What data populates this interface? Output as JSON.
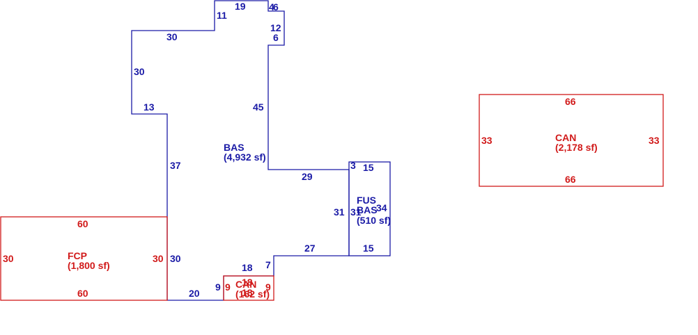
{
  "colors": {
    "blue": "#1a1aa6",
    "red": "#d11a1a"
  },
  "areas": {
    "bas": {
      "code": "BAS",
      "area": "(4,932 sf)"
    },
    "fus": {
      "code": "FUS",
      "code2": "BAS",
      "area": "(510 sf)"
    },
    "can_main": {
      "code": "CAN",
      "area": "(2,178 sf)"
    },
    "fcp": {
      "code": "FCP",
      "area": "(1,800 sf)"
    },
    "can_small": {
      "code": "CAN",
      "area": "(162 sf)"
    }
  },
  "dims": {
    "bas": [
      "19",
      "4",
      "6",
      "11",
      "12",
      "6",
      "30",
      "30",
      "13",
      "45",
      "37",
      "29",
      "30",
      "20",
      "9",
      "18",
      "7",
      "27"
    ],
    "fus": [
      "3",
      "15",
      "31",
      "31",
      "34",
      "15"
    ],
    "can_main": [
      "66",
      "33",
      "33",
      "66"
    ],
    "fcp": [
      "60",
      "30",
      "30",
      "60"
    ],
    "can_small": [
      "18",
      "9",
      "9",
      "18"
    ]
  }
}
